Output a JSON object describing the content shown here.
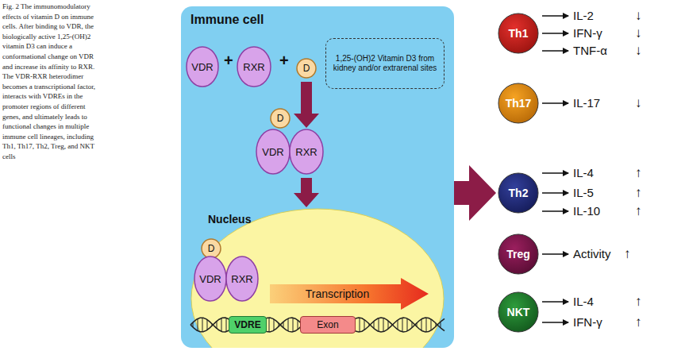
{
  "diagram": {
    "caption": "Fig. 2 The immunomodulatory effects of vitamin D on immune cells. After binding to VDR, the biologically active 1,25-(OH)2 vitamin D3 can induce a conformational change on VDR and increase its affinity to RXR. The VDR-RXR heterodimer becomes a transcriptional factor, interacts with VDREs in the promoter regions of different genes, and ultimately leads to functional changes in multiple immune cell lineages, including Th1, Th17, Th2, Treg, and NKT cells",
    "nodes": [
      {
        "text": [
          "Immune cell"
        ]
      },
      {
        "text": [
          "VDR"
        ],
        "in": 0
      },
      {
        "text": [
          "RXR"
        ],
        "in": 0
      },
      {
        "text": [
          "D"
        ],
        "in": 0
      },
      {
        "text": [
          "1,25-(OH)2 Vitamin D3 from kidney and/or extrarenal sites"
        ],
        "in": 0
      },
      {
        "text": [
          "D"
        ],
        "in": 0
      },
      {
        "text": [
          "VDR"
        ],
        "in": 0
      },
      {
        "text": [
          "RXR"
        ],
        "in": 0
      },
      {
        "text": [
          "Nucleus"
        ],
        "in": 0
      },
      {
        "text": [
          "D"
        ],
        "in": 8
      },
      {
        "text": [
          "VDR"
        ],
        "in": 8
      },
      {
        "text": [
          "RXR"
        ],
        "in": 8
      },
      {
        "text": [
          "Transcription"
        ],
        "in": 8
      },
      {
        "text": [
          "VDRE"
        ],
        "in": 8
      },
      {
        "text": [
          "Exon"
        ],
        "in": 8
      },
      {
        "text": [
          "Th1"
        ]
      },
      {
        "text": [
          "Th17"
        ]
      },
      {
        "text": [
          "Th2"
        ]
      },
      {
        "text": [
          "Treg"
        ]
      },
      {
        "text": [
          "NKT"
        ]
      }
    ],
    "edges": [
      {
        "from": 3,
        "to": 7,
        "arrow": "to"
      },
      {
        "from": 7,
        "to": 8,
        "arrow": "to"
      },
      {
        "from": 0,
        "to": 17,
        "arrow": "to"
      }
    ],
    "labels": [
      "+",
      "+",
      "IL-2",
      "↓",
      "IFN-γ",
      "↓",
      "TNF-α",
      "↓",
      "IL-17",
      "↓",
      "IL-4",
      "↑",
      "IL-5",
      "↑",
      "IL-10",
      "↑",
      "Activity",
      "↑",
      "IL-4",
      "↑",
      "IFN-γ",
      "↑"
    ]
  }
}
